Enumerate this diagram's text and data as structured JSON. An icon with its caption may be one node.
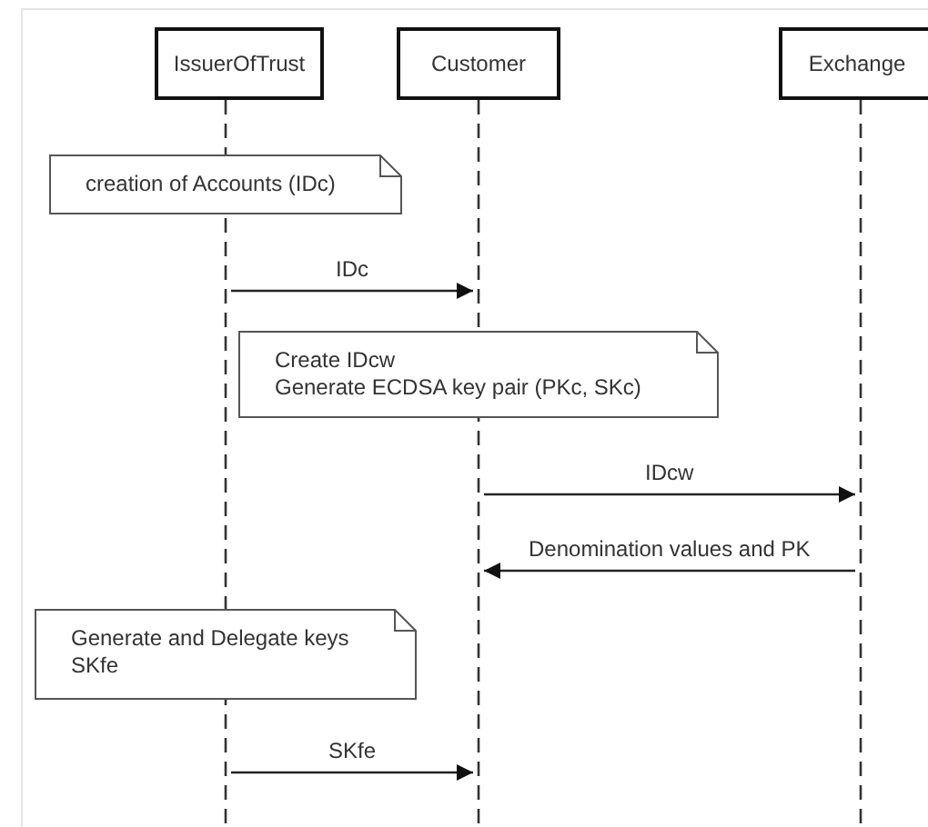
{
  "diagram": {
    "nodes": [
      {
        "text": [
          "IssuerOfTrust"
        ]
      },
      {
        "text": [
          "Customer"
        ]
      },
      {
        "text": [
          "Exchange"
        ]
      },
      {
        "text": [
          "creation of Accounts (IDc)"
        ]
      },
      {
        "text": [
          "Create IDcw",
          "Generate ECDSA key pair (PKc, SKc)"
        ]
      },
      {
        "text": [
          "Generate and Delegate keys SKfe"
        ]
      }
    ],
    "edges": [
      {
        "from": 0,
        "to": 1,
        "arrow": "to",
        "label": "IDc"
      },
      {
        "from": 1,
        "to": 2,
        "arrow": "to",
        "label": "IDcw"
      },
      {
        "from": 2,
        "to": 1,
        "arrow": "to",
        "label": "Denomination values and PK"
      },
      {
        "from": 0,
        "to": 1,
        "arrow": "to",
        "label": "SKfe"
      }
    ]
  }
}
